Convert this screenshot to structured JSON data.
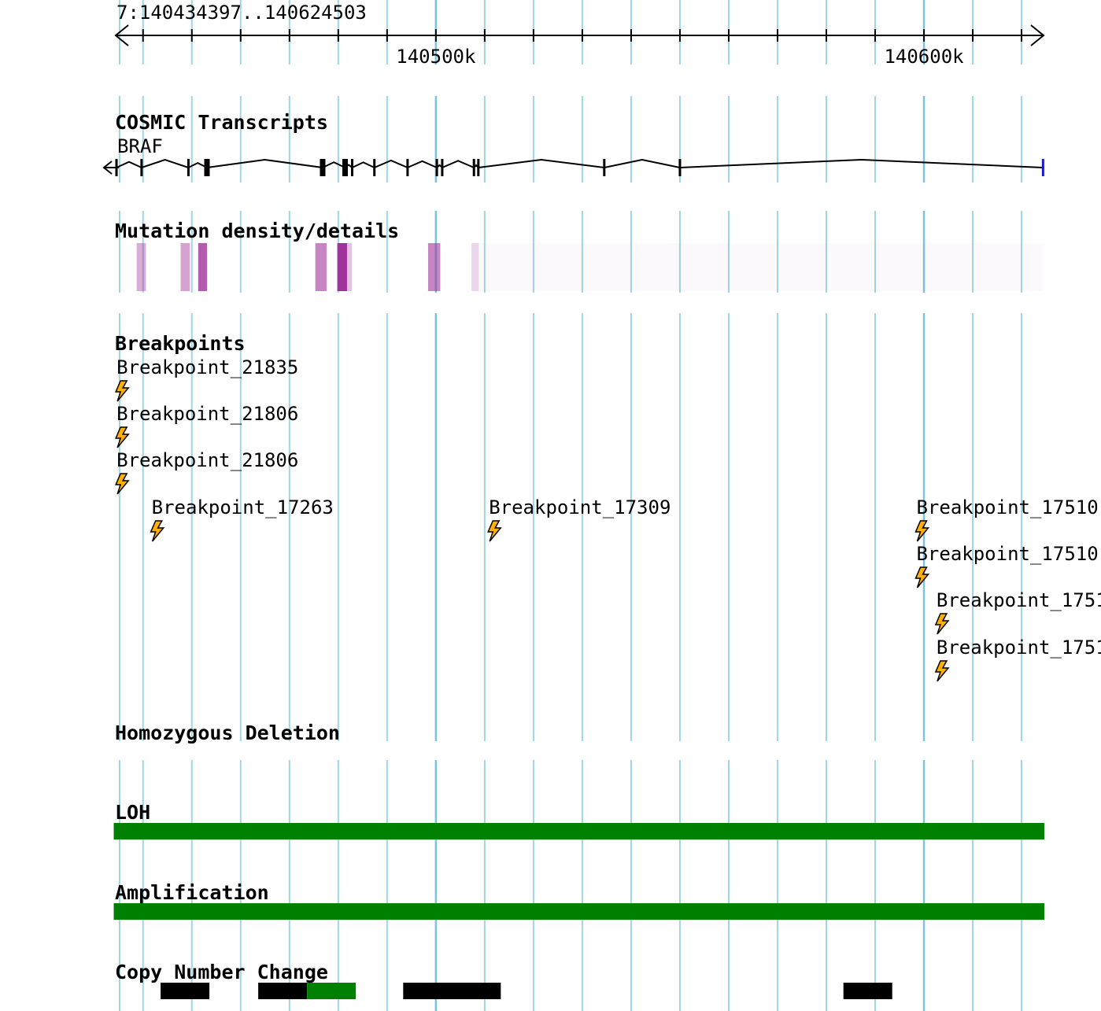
{
  "ruler": {
    "region": "7:140434397..140624503",
    "start": 140434397,
    "end": 140624503,
    "major_labels": [
      "140500k",
      "140600k"
    ],
    "major_positions": [
      140500000,
      140600000
    ]
  },
  "tracks": {
    "cosmic_transcripts": {
      "title": "COSMIC Transcripts",
      "gene": "BRAF",
      "exons": [
        140434560,
        140439700,
        140449300,
        140453100,
        140476800,
        140481400,
        140482850,
        140487400,
        140494200,
        140500200,
        140501300,
        140507800,
        140508700,
        140534500,
        140550000,
        140624400
      ]
    },
    "mutation_density": {
      "title": "Mutation density/details",
      "bins": [
        {
          "start": 140438700,
          "end": 140440600,
          "intensity": 0.4
        },
        {
          "start": 140447700,
          "end": 140449600,
          "intensity": 0.45
        },
        {
          "start": 140451300,
          "end": 140453100,
          "intensity": 0.8
        },
        {
          "start": 140475300,
          "end": 140477600,
          "intensity": 0.6
        },
        {
          "start": 140479800,
          "end": 140481800,
          "intensity": 1.0
        },
        {
          "start": 140481800,
          "end": 140482800,
          "intensity": 0.3
        },
        {
          "start": 140498400,
          "end": 140500900,
          "intensity": 0.6
        },
        {
          "start": 140507300,
          "end": 140508800,
          "intensity": 0.2
        },
        {
          "start": 140508800,
          "end": 140624400,
          "intensity": 0.03
        }
      ]
    },
    "breakpoints": {
      "title": "Breakpoints",
      "items": [
        {
          "label": "Breakpoint_21835",
          "position": 140434420,
          "row": 0
        },
        {
          "label": "Breakpoint_21806",
          "position": 140434420,
          "row": 1
        },
        {
          "label": "Breakpoint_21806",
          "position": 140434420,
          "row": 2
        },
        {
          "label": "Breakpoint_17263",
          "position": 140441600,
          "row": 3
        },
        {
          "label": "Breakpoint_17309",
          "position": 140510700,
          "row": 3
        },
        {
          "label": "Breakpoint_17510",
          "position": 140598300,
          "row": 3
        },
        {
          "label": "Breakpoint_17510",
          "position": 140598300,
          "row": 4
        },
        {
          "label": "Breakpoint_1751",
          "position": 140602400,
          "row": 5
        },
        {
          "label": "Breakpoint_1751",
          "position": 140602400,
          "row": 6
        }
      ]
    },
    "homozygous_deletion": {
      "title": "Homozygous Deletion",
      "segments": []
    },
    "loh": {
      "title": "LOH",
      "segments": [
        {
          "start": 140434000,
          "end": 140625000,
          "color": "#008000"
        }
      ]
    },
    "amplification": {
      "title": "Amplification",
      "segments": [
        {
          "start": 140434000,
          "end": 140625000,
          "color": "#008000"
        }
      ]
    },
    "copy_number_change": {
      "title": "Copy Number Change",
      "segments": [
        {
          "start": 140443600,
          "end": 140453600,
          "color": "#000000"
        },
        {
          "start": 140463600,
          "end": 140473600,
          "color": "#000000"
        },
        {
          "start": 140473600,
          "end": 140483600,
          "color": "#008000"
        },
        {
          "start": 140493300,
          "end": 140513300,
          "color": "#000000"
        },
        {
          "start": 140583500,
          "end": 140593500,
          "color": "#000000"
        }
      ]
    }
  },
  "colors": {
    "grid": "#9fd6e6",
    "grid_major": "#7cc3dc",
    "green": "#008000",
    "density": "#a0339b",
    "bolt_fill": "#ffb000"
  }
}
